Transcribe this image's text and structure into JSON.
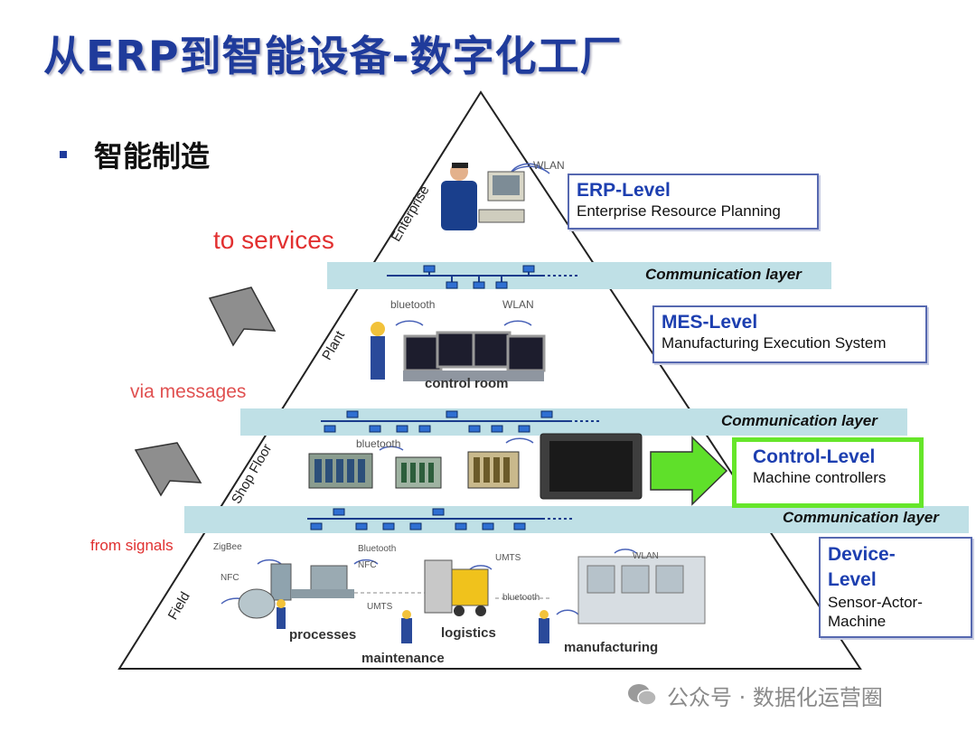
{
  "title": "从ERP到智能设备-数字化工厂",
  "bullet": "智能制造",
  "side_labels": {
    "to_services": "to services",
    "via_messages": "via messages",
    "from_signals": "from signals"
  },
  "zones": {
    "enterprise": "Enterprise",
    "plant": "Plant",
    "shop_floor": "Shop Floor",
    "field": "Field"
  },
  "levels": {
    "erp": {
      "title": "ERP-Level",
      "subtitle": "Enterprise Resource Planning"
    },
    "mes": {
      "title": "MES-Level",
      "subtitle": "Manufacturing Execution System"
    },
    "control": {
      "title": "Control-Level",
      "subtitle": "Machine controllers"
    },
    "device": {
      "title_line1": "Device-",
      "title_line2": "Level",
      "sub_line1": "Sensor-Actor-",
      "sub_line2": "Machine"
    }
  },
  "communication_label": "Communication layer",
  "wireless": {
    "wlan": "WLAN",
    "bluetooth": "bluetooth",
    "bluetooth_cap": "Bluetooth",
    "zigbee": "ZigBee",
    "nfc": "NFC",
    "umts": "UMTS"
  },
  "captions": {
    "control_room": "control room",
    "processes": "processes",
    "maintenance": "maintenance",
    "logistics": "logistics",
    "manufacturing": "manufacturing"
  },
  "watermark": "公众号 · 数据化运营圈",
  "colors": {
    "title_blue": "#1f3b9b",
    "level_blue": "#1d3fb0",
    "red_label": "#e23030",
    "comm_band": "#bfe0e6",
    "highlight_green": "#66e62a"
  }
}
